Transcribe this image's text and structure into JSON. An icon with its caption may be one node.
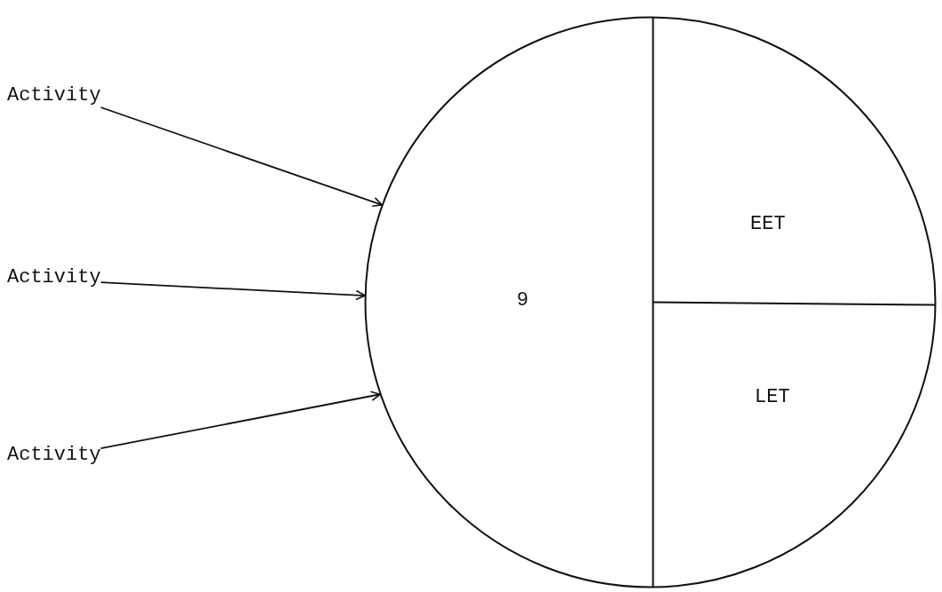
{
  "diagram": {
    "nodes": [
      {
        "text": [
          "Activity"
        ]
      },
      {
        "text": [
          "Activity"
        ]
      },
      {
        "text": [
          "Activity"
        ]
      },
      {
        "text": [
          "9",
          "EET",
          "LET"
        ]
      }
    ],
    "edges": [
      {
        "from": 0,
        "to": 3,
        "arrow": "to"
      },
      {
        "from": 1,
        "to": 3,
        "arrow": "to"
      },
      {
        "from": 2,
        "to": 3,
        "arrow": "to"
      }
    ]
  }
}
